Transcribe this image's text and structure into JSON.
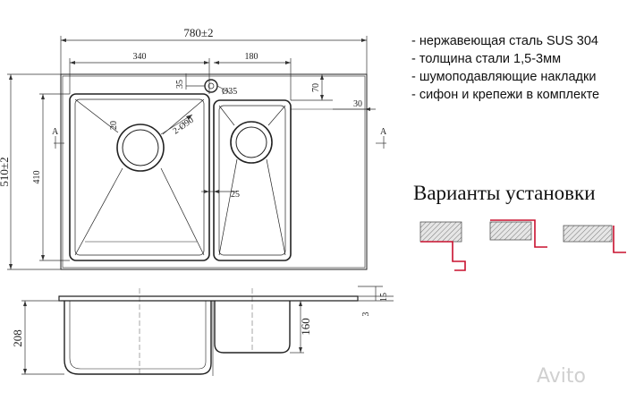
{
  "drawing": {
    "overall_width": "780±2",
    "overall_height": "510±2",
    "dim_340": "340",
    "dim_180": "180",
    "dim_35": "35",
    "dim_d35": "Ø35",
    "dim_70": "70",
    "dim_30": "30",
    "dim_410": "410",
    "dim_r20": "20",
    "dim_d90": "2-Ø90",
    "dim_25": "25",
    "section_a_left": "A",
    "section_a_right": "A",
    "dim_208": "208",
    "dim_160": "160",
    "dim_15": "15",
    "dim_3": "3"
  },
  "specs": [
    "- нержавеющая сталь SUS 304",
    "- толщина стали 1,5-3мм",
    "- шумоподавляющие накладки",
    "- сифон и крепежи в комплекте"
  ],
  "variants": {
    "title": "Варианты установки"
  },
  "colors": {
    "line": "#222222",
    "accent_red": "#c8102e",
    "hatch_fill": "#dcdcdc"
  },
  "watermark": {
    "text": "Avito"
  }
}
